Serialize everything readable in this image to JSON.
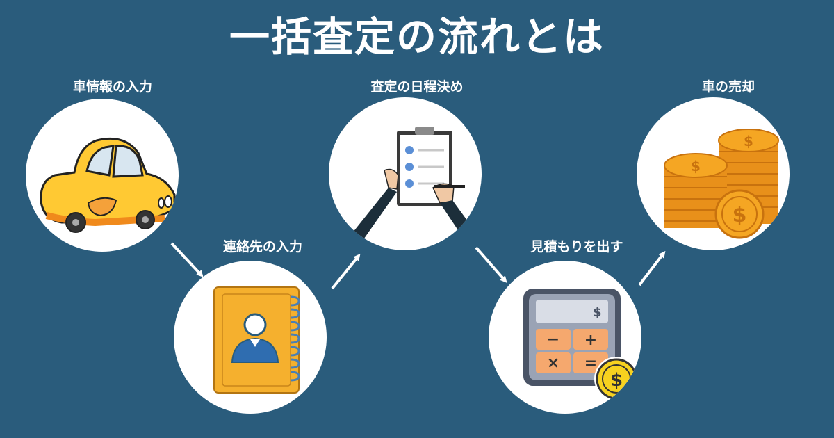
{
  "title": "一括査定の流れとは",
  "steps": [
    {
      "label": "車情報の入力",
      "icon": "car-icon"
    },
    {
      "label": "連絡先の入力",
      "icon": "address-book-icon"
    },
    {
      "label": "査定の日程決め",
      "icon": "clipboard-checklist-icon"
    },
    {
      "label": "見積もりを出す",
      "icon": "calculator-icon"
    },
    {
      "label": "車の売却",
      "icon": "coin-stacks-icon"
    }
  ],
  "icons": {
    "calculator_display": "$",
    "calculator_keys": [
      "−",
      "+",
      "×",
      "="
    ],
    "coin_symbol": "$"
  },
  "colors": {
    "background": "#2a5c7c",
    "car": "#ffc933",
    "notebook": "#f5b02e",
    "calc_keys": "#f5a86e",
    "coin": "#f5a623"
  }
}
